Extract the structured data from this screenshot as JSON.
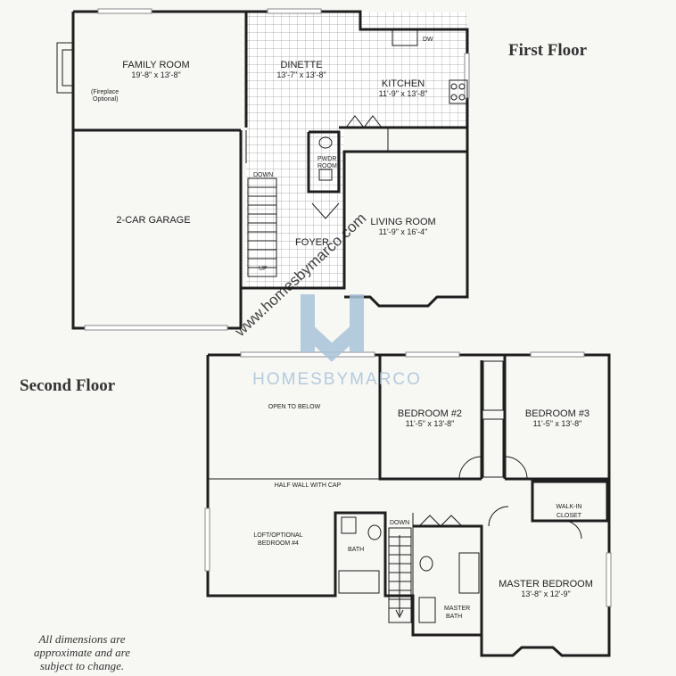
{
  "floors": {
    "first": {
      "title": "First Floor",
      "rooms": [
        {
          "key": "family",
          "name": "FAMILY ROOM",
          "dim": "19'-8\" x 13'-8\""
        },
        {
          "key": "dinette",
          "name": "DINETTE",
          "dim": "13'-7\" x 13'-8\""
        },
        {
          "key": "kitchen",
          "name": "KITCHEN",
          "dim": "11'-9\" x 13'-8\""
        },
        {
          "key": "living",
          "name": "LIVING ROOM",
          "dim": "11'-9\" x 16'-4\""
        },
        {
          "key": "garage",
          "name": "2-CAR GARAGE",
          "dim": ""
        },
        {
          "key": "foyer",
          "name": "FOYER",
          "dim": ""
        }
      ],
      "small_labels": {
        "fireplace_1": "(Fireplace",
        "fireplace_2": "Optional)",
        "pwdr_1": "PWDR",
        "pwdr_2": "ROOM",
        "dw": "DW",
        "down": "DOWN",
        "up": "UP"
      }
    },
    "second": {
      "title": "Second Floor",
      "rooms": [
        {
          "key": "bed2",
          "name": "BEDROOM #2",
          "dim": "11'-5\" x 13'-8\""
        },
        {
          "key": "bed3",
          "name": "BEDROOM #3",
          "dim": "11'-5\" x 13'-8\""
        },
        {
          "key": "master",
          "name": "MASTER BEDROOM",
          "dim": "13'-8\" x 12'-9\""
        }
      ],
      "small_labels": {
        "open_below": "OPEN TO BELOW",
        "half_wall": "HALF WALL WITH CAP",
        "loft_1": "LOFT/OPTIONAL",
        "loft_2": "BEDROOM #4",
        "walkin_1": "WALK-IN",
        "walkin_2": "CLOSET",
        "bath": "BATH",
        "master_bath_1": "MASTER",
        "master_bath_2": "BATH",
        "down": "DOWN"
      }
    }
  },
  "watermark": {
    "url": "www.homesbymarco.com",
    "brand": "HOMESBYMARCO"
  },
  "note": {
    "line1": "All dimensions are",
    "line2": "approximate and are",
    "line3": "subject to change."
  }
}
